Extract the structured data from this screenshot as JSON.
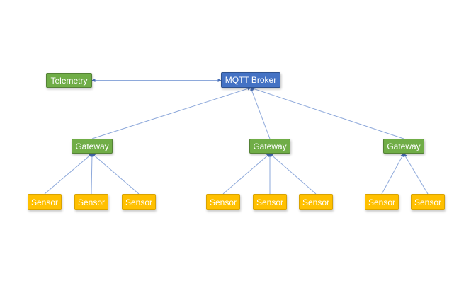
{
  "colors": {
    "broker": "#4472c4",
    "telemetry": "#70ad47",
    "gateway": "#70ad47",
    "sensor": "#ffc000",
    "connector": "#8ea9db"
  },
  "nodes": {
    "broker": {
      "label": "MQTT Broker"
    },
    "telemetry": {
      "label": "Telemetry"
    },
    "gateways": [
      {
        "label": "Gateway"
      },
      {
        "label": "Gateway"
      },
      {
        "label": "Gateway"
      }
    ],
    "sensors": [
      {
        "label": "Sensor"
      },
      {
        "label": "Sensor"
      },
      {
        "label": "Sensor"
      },
      {
        "label": "Sensor"
      },
      {
        "label": "Sensor"
      },
      {
        "label": "Sensor"
      },
      {
        "label": "Sensor"
      },
      {
        "label": "Sensor"
      }
    ]
  },
  "connections": [
    {
      "from": "telemetry",
      "to": "broker",
      "arrows": "both"
    },
    {
      "from": "gateway-1",
      "to": "broker",
      "arrows": "end"
    },
    {
      "from": "gateway-2",
      "to": "broker",
      "arrows": "end"
    },
    {
      "from": "gateway-3",
      "to": "broker",
      "arrows": "end"
    },
    {
      "from": "sensor-1",
      "to": "gateway-1",
      "arrows": "end"
    },
    {
      "from": "sensor-2",
      "to": "gateway-1",
      "arrows": "end"
    },
    {
      "from": "sensor-3",
      "to": "gateway-1",
      "arrows": "end"
    },
    {
      "from": "sensor-4",
      "to": "gateway-2",
      "arrows": "end"
    },
    {
      "from": "sensor-5",
      "to": "gateway-2",
      "arrows": "end"
    },
    {
      "from": "sensor-6",
      "to": "gateway-2",
      "arrows": "end"
    },
    {
      "from": "sensor-7",
      "to": "gateway-3",
      "arrows": "end"
    },
    {
      "from": "sensor-8",
      "to": "gateway-3",
      "arrows": "end"
    }
  ]
}
